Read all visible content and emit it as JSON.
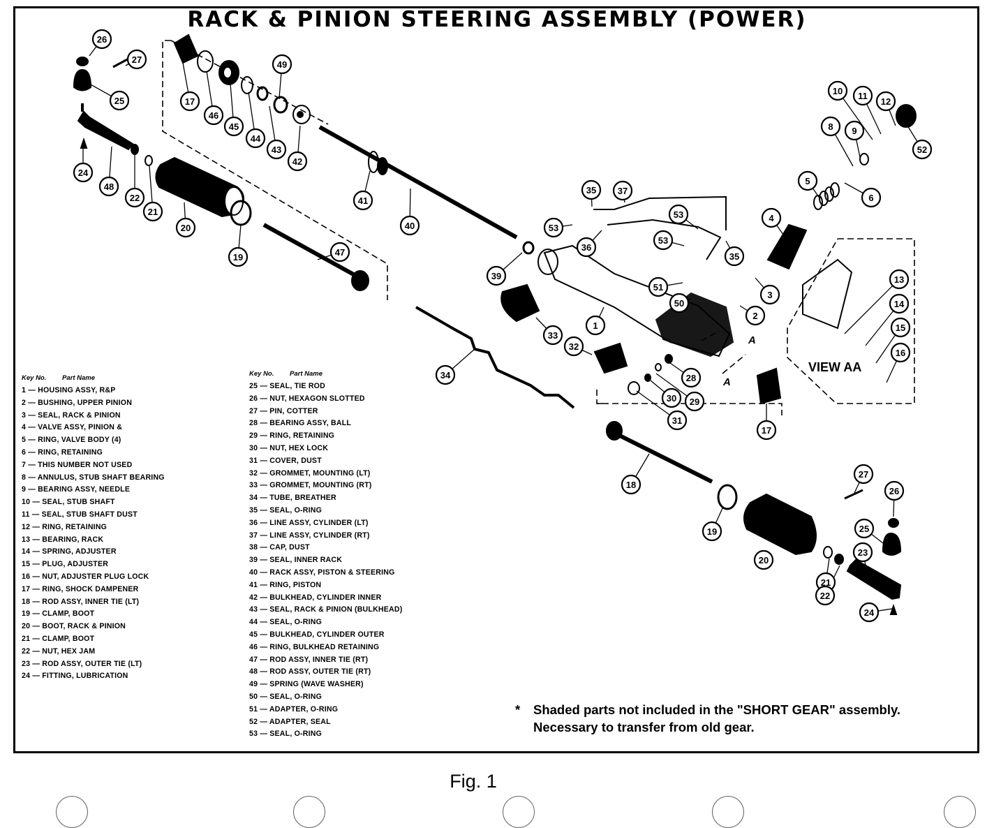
{
  "title": "RACK & PINION STEERING ASSEMBLY (POWER)",
  "view_label": "VIEW AA",
  "section_marks": [
    "A",
    "A"
  ],
  "callouts": [
    "1",
    "2",
    "3",
    "4",
    "5",
    "6",
    "8",
    "9",
    "10",
    "11",
    "12",
    "13",
    "14",
    "15",
    "16",
    "17",
    "17",
    "18",
    "19",
    "19",
    "20",
    "20",
    "21",
    "21",
    "22",
    "22",
    "23",
    "24",
    "24",
    "25",
    "25",
    "26",
    "26",
    "27",
    "27",
    "28",
    "29",
    "30",
    "31",
    "32",
    "33",
    "34",
    "35",
    "35",
    "36",
    "37",
    "39",
    "40",
    "41",
    "42",
    "43",
    "44",
    "45",
    "46",
    "47",
    "48",
    "49",
    "50",
    "51",
    "52",
    "53",
    "53",
    "53"
  ],
  "legend_header": {
    "key": "Key No.",
    "name": "Part Name"
  },
  "legend_left": [
    "1 — HOUSING ASSY, R&P",
    "2 — BUSHING, UPPER PINION",
    "3 — SEAL, RACK & PINION",
    "4 — VALVE ASSY, PINION &",
    "5 — RING, VALVE BODY (4)",
    "6 — RING, RETAINING",
    "7 — THIS NUMBER NOT USED",
    "8 — ANNULUS, STUB SHAFT BEARING",
    "9 — BEARING ASSY, NEEDLE",
    "10 — SEAL, STUB SHAFT",
    "11 — SEAL, STUB SHAFT DUST",
    "12 — RING, RETAINING",
    "13 — BEARING, RACK",
    "14 — SPRING, ADJUSTER",
    "15 — PLUG, ADJUSTER",
    "16 — NUT, ADJUSTER PLUG LOCK",
    "17 — RING, SHOCK DAMPENER",
    "18 — ROD ASSY, INNER TIE (LT)",
    "19 — CLAMP, BOOT",
    "20 — BOOT, RACK & PINION",
    "21 — CLAMP, BOOT",
    "22 — NUT, HEX JAM",
    "23 — ROD ASSY, OUTER TIE (LT)",
    "24 — FITTING, LUBRICATION"
  ],
  "legend_right": [
    "25 — SEAL, TIE ROD",
    "26 — NUT, HEXAGON SLOTTED",
    "27 — PIN, COTTER",
    "28 — BEARING ASSY, BALL",
    "29 — RING, RETAINING",
    "30 — NUT, HEX LOCK",
    "31 — COVER, DUST",
    "32 — GROMMET, MOUNTING (LT)",
    "33 — GROMMET, MOUNTING (RT)",
    "34 — TUBE, BREATHER",
    "35 — SEAL, O-RING",
    "36 — LINE ASSY, CYLINDER (LT)",
    "37 — LINE ASSY, CYLINDER (RT)",
    "38 — CAP, DUST",
    "39 — SEAL, INNER RACK",
    "40 — RACK ASSY, PISTON & STEERING",
    "41 — RING, PISTON",
    "42 — BULKHEAD, CYLINDER INNER",
    "43 — SEAL, RACK & PINION (BULKHEAD)",
    "44 — SEAL, O-RING",
    "45 — BULKHEAD, CYLINDER OUTER",
    "46 — RING, BULKHEAD RETAINING",
    "47 — ROD ASSY, INNER TIE (RT)",
    "48 — ROD ASSY, OUTER TIE (RT)",
    "49 — SPRING (WAVE WASHER)",
    "50 — SEAL, O-RING",
    "51 — ADAPTER, O-RING",
    "52 — ADAPTER, SEAL",
    "53 — SEAL, O-RING"
  ],
  "note": {
    "marker": "*",
    "line1": "Shaded parts not included in the \"SHORT GEAR\" assembly.",
    "line2": "Necessary to transfer from old gear."
  },
  "figure_caption": "Fig. 1"
}
